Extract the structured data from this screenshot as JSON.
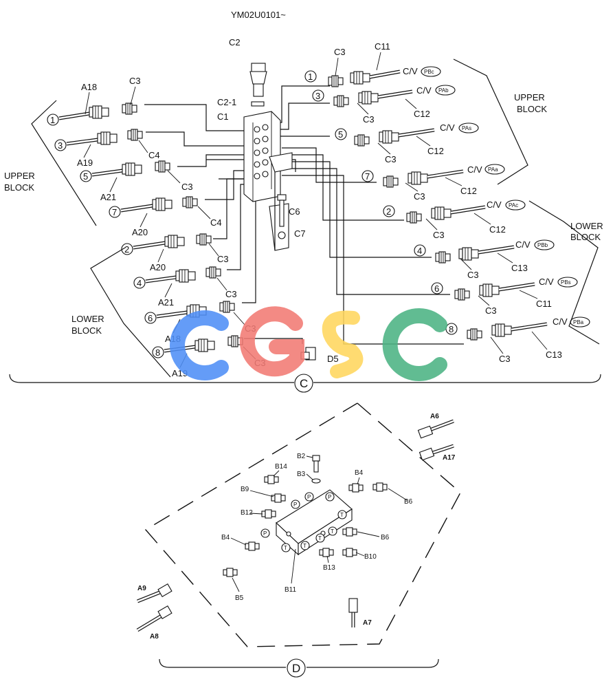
{
  "header": {
    "code": "YM02U0101~"
  },
  "view_c": {
    "mark": "C",
    "block_labels": {
      "upper_left": [
        "UPPER",
        "BLOCK"
      ],
      "upper_right": [
        "UPPER",
        "BLOCK"
      ],
      "lower_left": [
        "LOWER",
        "BLOCK"
      ],
      "lower_right": [
        "LOWER",
        "BLOCK"
      ]
    },
    "center_labels": [
      "C2",
      "C2-1",
      "C1",
      "C6",
      "C7",
      "D5"
    ],
    "left_items": [
      {
        "n": "1",
        "hose": "A18",
        "fit": "C3"
      },
      {
        "n": "3",
        "hose": "A19",
        "fit": "C4"
      },
      {
        "n": "5",
        "hose": "A21",
        "fit": "C3"
      },
      {
        "n": "7",
        "hose": "A20",
        "fit": "C4"
      },
      {
        "n": "2",
        "hose": "A20",
        "fit": "C3"
      },
      {
        "n": "4",
        "hose": "A21",
        "fit": "C3"
      },
      {
        "n": "6",
        "hose": "A18",
        "fit": "C3"
      },
      {
        "n": "8",
        "hose": "A19",
        "fit": "C3"
      }
    ],
    "right_items": [
      {
        "n": "1",
        "fit": "C3",
        "hose": "C11",
        "cv": "C/V",
        "port": "PBc"
      },
      {
        "n": "3",
        "fit": "C3",
        "hose": "C12",
        "cv": "C/V",
        "port": "PAb"
      },
      {
        "n": "5",
        "fit": "C3",
        "hose": "C12",
        "cv": "C/V",
        "port": "PAs"
      },
      {
        "n": "7",
        "fit": "C3",
        "hose": "C12",
        "cv": "C/V",
        "port": "PAa"
      },
      {
        "n": "2",
        "fit": "C3",
        "hose": "C12",
        "cv": "C/V",
        "port": "PAc"
      },
      {
        "n": "4",
        "fit": "C3",
        "hose": "C13",
        "cv": "C/V",
        "port": "PBb"
      },
      {
        "n": "6",
        "fit": "C3",
        "hose": "C11",
        "cv": "C/V",
        "port": "PBs"
      },
      {
        "n": "8",
        "fit": "C3",
        "hose": "C13",
        "cv": "C/V",
        "port": "PBa"
      }
    ]
  },
  "view_d": {
    "mark": "D",
    "labels": [
      "B2",
      "B3",
      "B14",
      "B4",
      "B9",
      "B6",
      "B12",
      "B4",
      "B6",
      "B10",
      "B13",
      "B5",
      "B11"
    ],
    "hose_labels": [
      "A6",
      "A17",
      "A9",
      "A8",
      "A7"
    ],
    "port_p": "P",
    "port_t": "T"
  },
  "watermark": {
    "text": "CGSC",
    "colors": [
      "#4f8ff7",
      "#f27a74",
      "#ffd75e",
      "#4cb384"
    ]
  }
}
